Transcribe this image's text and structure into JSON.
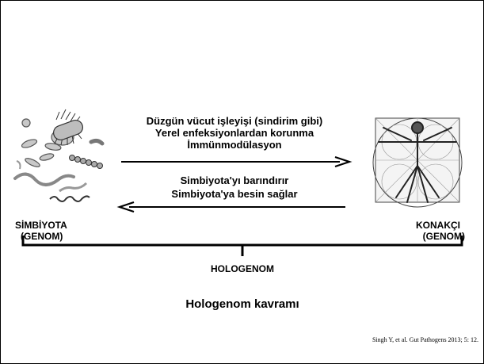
{
  "forward_labels": [
    "Düzgün vücut işleyişi (sindirim gibi)",
    "Yerel enfeksiyonlardan korunma",
    "İmmünmodülasyon"
  ],
  "backward_labels": [
    "Simbiyota'yı barındırır",
    "Simbiyota'ya besin sağlar"
  ],
  "left_label": {
    "line1": "SİMBİYOTA",
    "line2": "(GENOM)"
  },
  "right_label": {
    "line1": "KONAKÇI",
    "line2": "(GENOM)"
  },
  "bottom_label": "HOLOGENOM",
  "title": "Hologenom kavramı",
  "citation": "Singh Y, et al. Gut Pathogens 2013; 5: 12.",
  "icons": {
    "left": "bacteria-illustration",
    "right": "vitruvian-man-illustration"
  }
}
